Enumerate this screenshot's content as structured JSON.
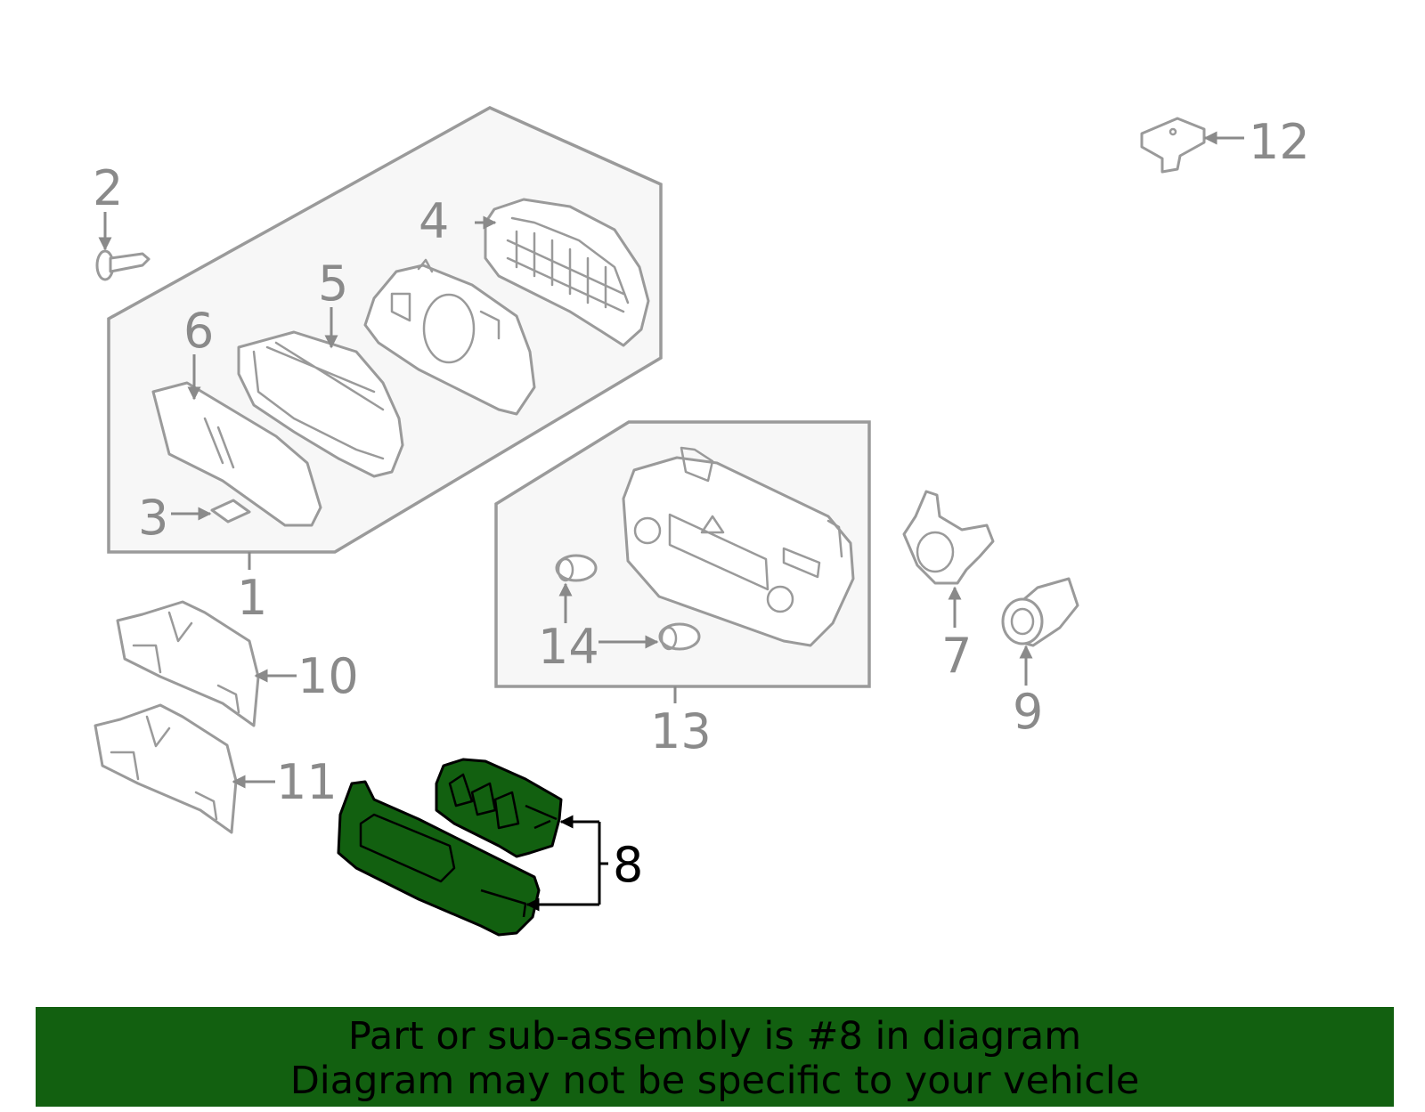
{
  "diagram": {
    "colors": {
      "highlight": "#126010",
      "outline": "#9a9a9a",
      "label": "#8a8a8a",
      "highlight_label": "#000000",
      "region_fill": "#f7f7f7"
    },
    "callouts": [
      {
        "id": "1",
        "label": "1"
      },
      {
        "id": "2",
        "label": "2"
      },
      {
        "id": "3",
        "label": "3"
      },
      {
        "id": "4",
        "label": "4"
      },
      {
        "id": "5",
        "label": "5"
      },
      {
        "id": "6",
        "label": "6"
      },
      {
        "id": "7",
        "label": "7"
      },
      {
        "id": "8",
        "label": "8",
        "highlighted": true
      },
      {
        "id": "9",
        "label": "9"
      },
      {
        "id": "10",
        "label": "10"
      },
      {
        "id": "11",
        "label": "11"
      },
      {
        "id": "12",
        "label": "12"
      },
      {
        "id": "13",
        "label": "13"
      },
      {
        "id": "14",
        "label": "14"
      }
    ]
  },
  "banner": {
    "line1": "Part or sub-assembly is #8 in diagram",
    "line2": "Diagram may not be specific to your vehicle"
  }
}
